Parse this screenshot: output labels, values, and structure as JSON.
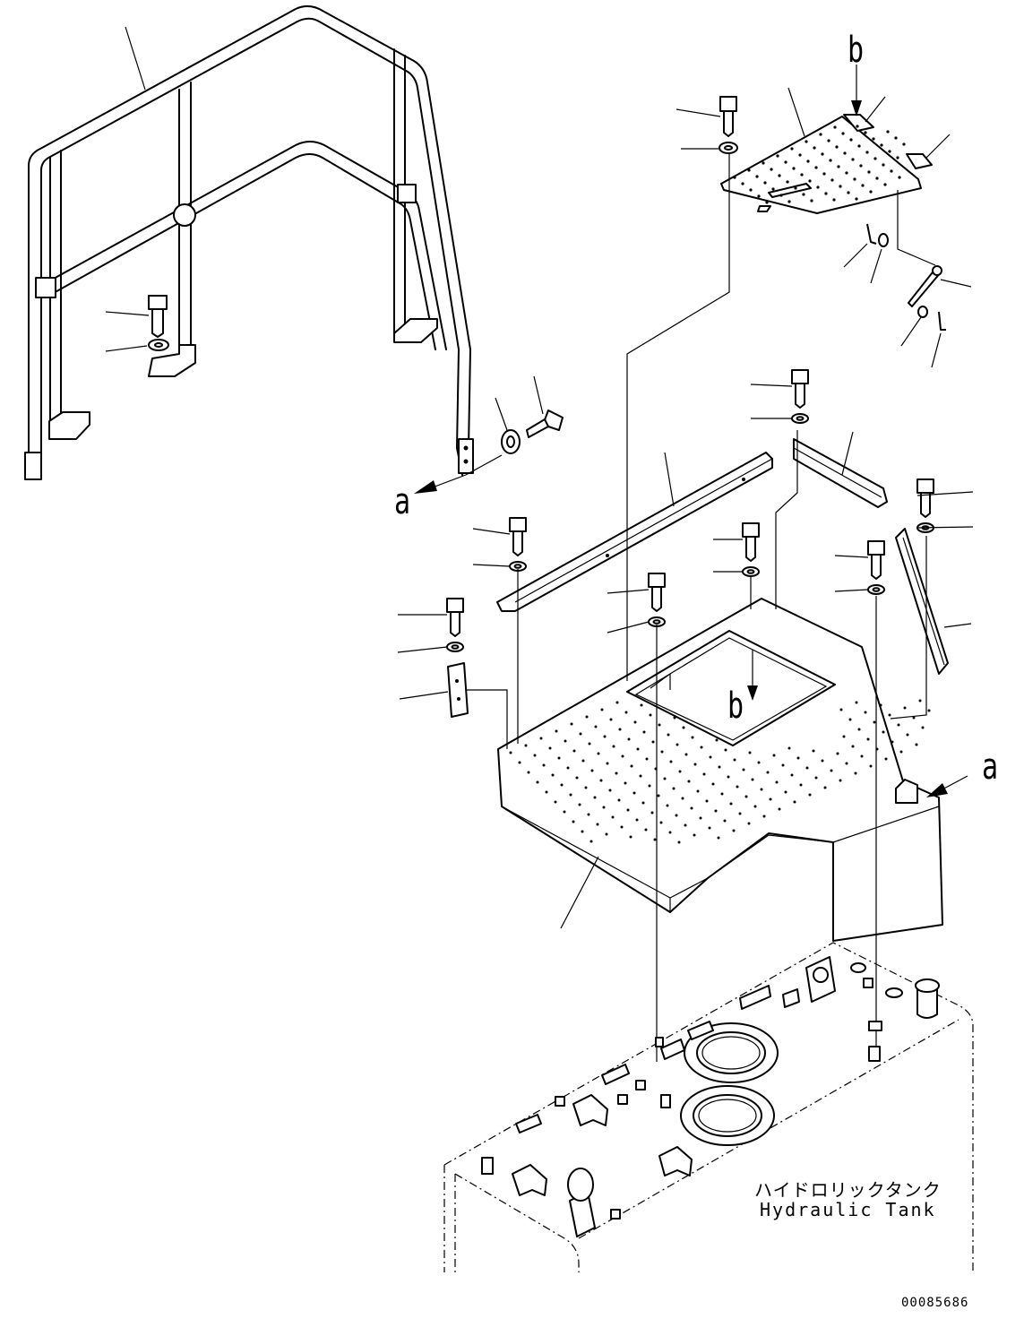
{
  "labels": {
    "view_a_top": "a",
    "view_a_side": "a",
    "view_b_top": "b",
    "view_b_center": "b"
  },
  "tank": {
    "name_jp": "ハイドロリックタンク",
    "name_en": "Hydraulic Tank"
  },
  "drawing_number": "00085686"
}
